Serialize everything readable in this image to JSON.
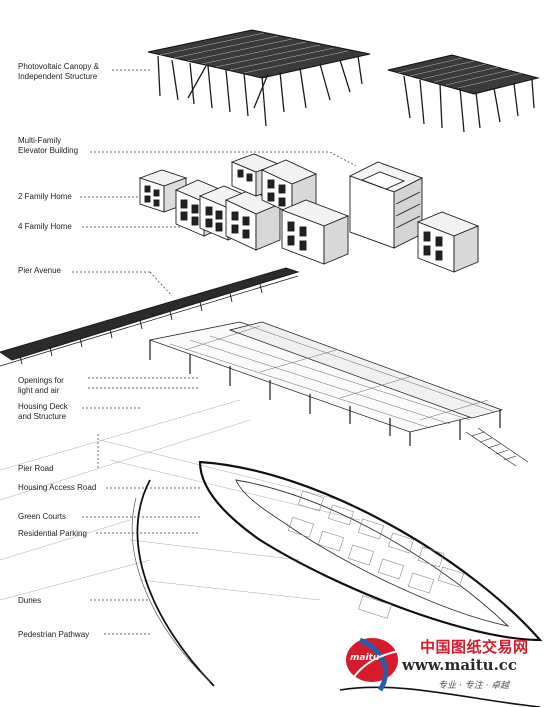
{
  "labels": {
    "photovoltaic": [
      "Photovoltaic Canopy &",
      "Independent Structure"
    ],
    "multi_family": [
      "Multi-Family",
      "Elevator Building"
    ],
    "two_family": "2 Family Home",
    "four_family": "4 Family Home",
    "pier_avenue": "Pier Avenue",
    "openings": [
      "Openings for",
      "light and air"
    ],
    "housing_deck": [
      "Housing Deck",
      "and Structure"
    ],
    "pier_road": "Pier Road",
    "housing_access_road": "Housing Access Road",
    "green_courts": "Green Courts",
    "residential_parking": "Residential Parking",
    "dunes": "Dunes",
    "pedestrian_pathway": "Pedestrian Pathway"
  },
  "watermark": {
    "logo_text": "maitu",
    "title": "中国图纸交易网",
    "url": "www.maitu.cc",
    "slogan": "专业 · 专注 · 卓越",
    "colors": {
      "red": "#d81b2a",
      "blue": "#1f5fb0"
    }
  }
}
